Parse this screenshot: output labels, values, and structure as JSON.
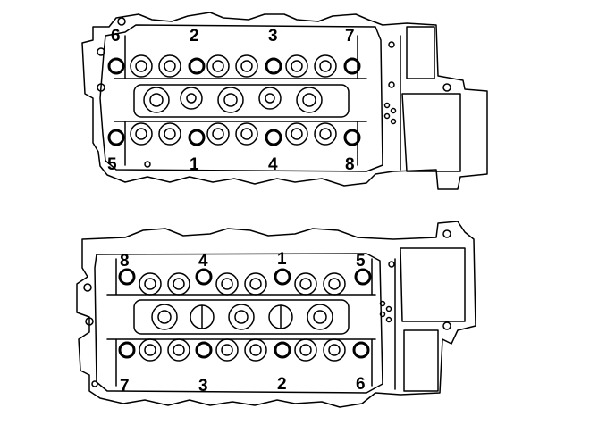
{
  "heads": [
    {
      "id": "upper",
      "labels_top": [
        "6",
        "2",
        "3",
        "7"
      ],
      "labels_bottom": [
        "5",
        "1",
        "4",
        "8"
      ]
    },
    {
      "id": "lower",
      "labels_top": [
        "8",
        "4",
        "1",
        "5"
      ],
      "labels_bottom": [
        "7",
        "3",
        "2",
        "6"
      ]
    }
  ],
  "colors": {
    "line": "#000000",
    "background": "#ffffff"
  }
}
